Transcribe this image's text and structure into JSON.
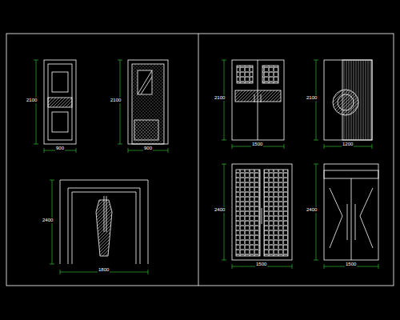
{
  "diagram": {
    "labels": [
      "900",
      "2100",
      "900",
      "2100",
      "1800",
      "2400",
      "1500",
      "2100",
      "1200",
      "2100",
      "1500",
      "2400",
      "1500",
      "2400"
    ]
  }
}
